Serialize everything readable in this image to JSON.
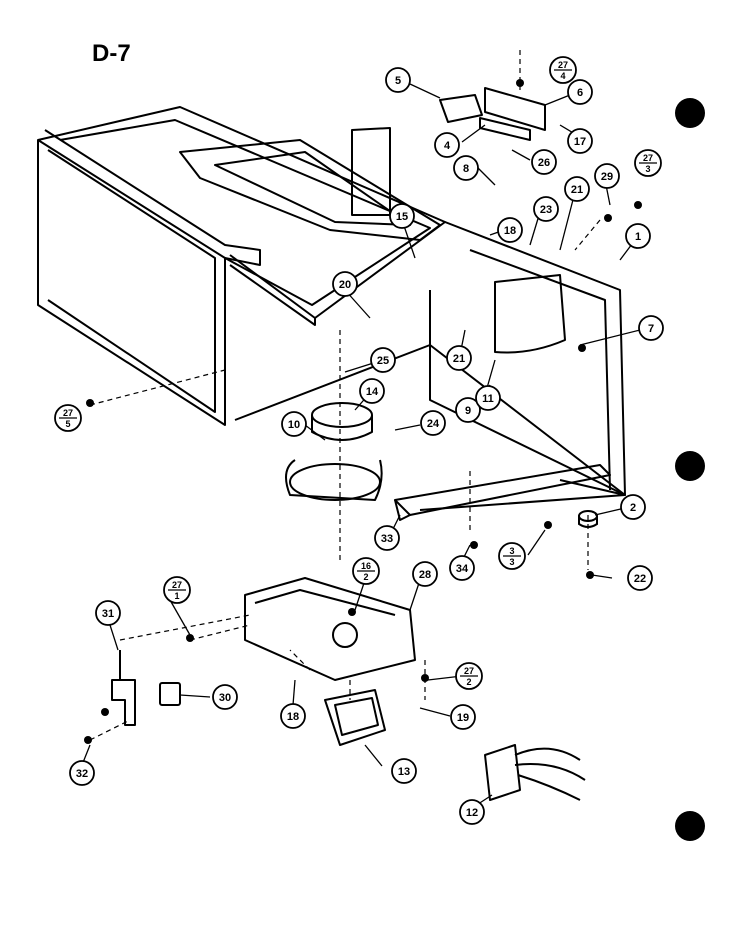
{
  "diagram": {
    "title": "D-7",
    "callouts": [
      {
        "id": "c1",
        "label": "1"
      },
      {
        "id": "c2",
        "label": "2"
      },
      {
        "id": "c4",
        "label": "4"
      },
      {
        "id": "c5",
        "label": "5"
      },
      {
        "id": "c6",
        "label": "6"
      },
      {
        "id": "c7",
        "label": "7"
      },
      {
        "id": "c8",
        "label": "8"
      },
      {
        "id": "c9",
        "label": "9"
      },
      {
        "id": "c10",
        "label": "10"
      },
      {
        "id": "c11",
        "label": "11"
      },
      {
        "id": "c12",
        "label": "12"
      },
      {
        "id": "c13",
        "label": "13"
      },
      {
        "id": "c14",
        "label": "14"
      },
      {
        "id": "c15",
        "label": "15"
      },
      {
        "id": "c17",
        "label": "17"
      },
      {
        "id": "c18a",
        "label": "18"
      },
      {
        "id": "c18b",
        "label": "18"
      },
      {
        "id": "c19",
        "label": "19"
      },
      {
        "id": "c20",
        "label": "20"
      },
      {
        "id": "c21a",
        "label": "21"
      },
      {
        "id": "c21b",
        "label": "21"
      },
      {
        "id": "c22",
        "label": "22"
      },
      {
        "id": "c23",
        "label": "23"
      },
      {
        "id": "c24",
        "label": "24"
      },
      {
        "id": "c25",
        "label": "25"
      },
      {
        "id": "c26",
        "label": "26"
      },
      {
        "id": "c28",
        "label": "28"
      },
      {
        "id": "c29",
        "label": "29"
      },
      {
        "id": "c30",
        "label": "30"
      },
      {
        "id": "c31",
        "label": "31"
      },
      {
        "id": "c32",
        "label": "32"
      },
      {
        "id": "c33",
        "label": "33"
      },
      {
        "id": "c34",
        "label": "34"
      }
    ],
    "fractions": [
      {
        "id": "f27_4",
        "top": "27",
        "bottom": "4"
      },
      {
        "id": "f27_3",
        "top": "27",
        "bottom": "3"
      },
      {
        "id": "f27_5",
        "top": "27",
        "bottom": "5"
      },
      {
        "id": "f27_1",
        "top": "27",
        "bottom": "1"
      },
      {
        "id": "f27_2",
        "top": "27",
        "bottom": "2"
      },
      {
        "id": "f3_3",
        "top": "3",
        "bottom": "3"
      },
      {
        "id": "f16_2",
        "top": "16",
        "bottom": "2"
      }
    ]
  }
}
